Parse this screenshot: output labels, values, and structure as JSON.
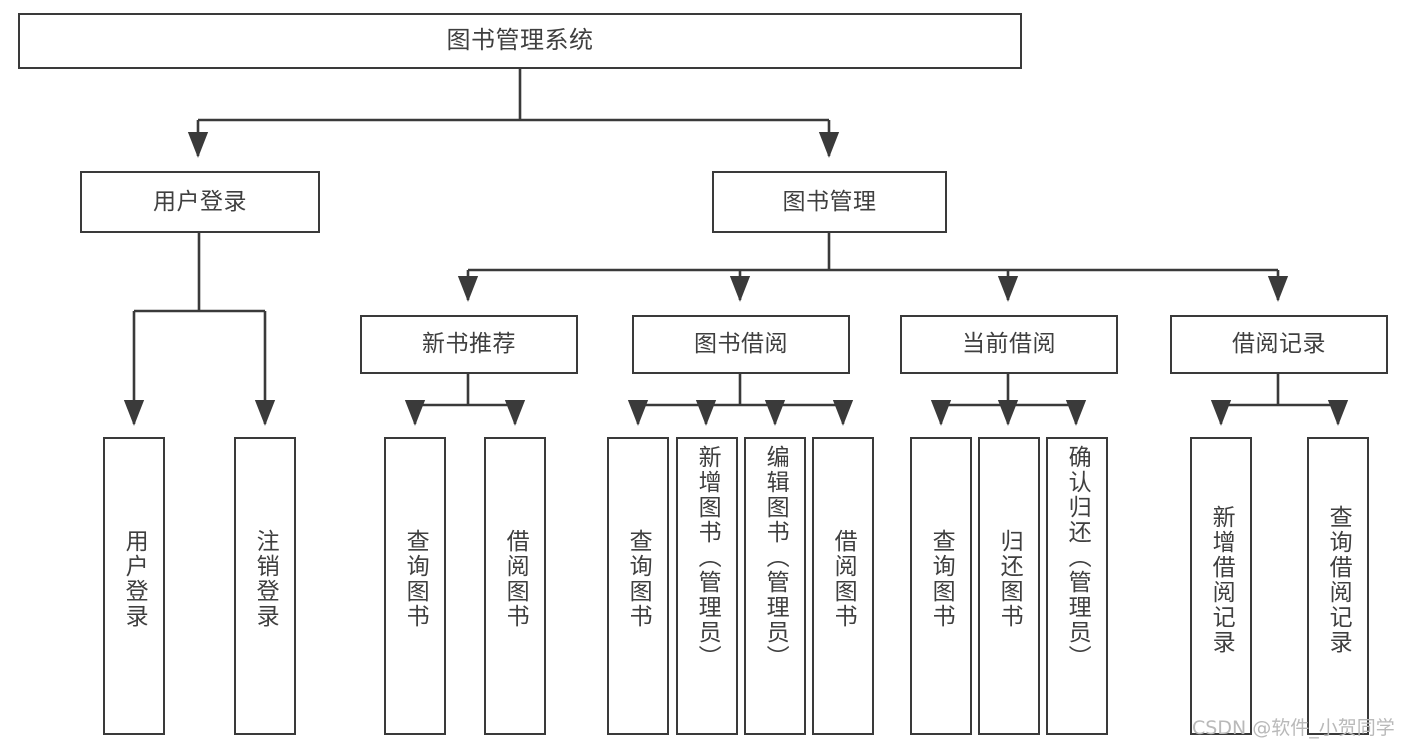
{
  "diagram": {
    "title": "图书管理系统",
    "watermark": "CSDN @软件_小贺同学",
    "line_color": "#3a3a3a",
    "box_fill": "#ffffff",
    "text_color": "#3f3f3f",
    "levels": {
      "root": {
        "label": "图书管理系统"
      },
      "level2": [
        {
          "label": "用户登录"
        },
        {
          "label": "图书管理"
        }
      ],
      "level3": [
        {
          "label": "新书推荐"
        },
        {
          "label": "图书借阅"
        },
        {
          "label": "当前借阅"
        },
        {
          "label": "借阅记录"
        }
      ],
      "leaves": {
        "user_login": [
          {
            "label": "用户登录"
          },
          {
            "label": "注销登录"
          }
        ],
        "new_book": [
          {
            "label": "查询图书"
          },
          {
            "label": "借阅图书"
          }
        ],
        "book_borrow": [
          {
            "label": "查询图书"
          },
          {
            "label": "新增图书（管理员）"
          },
          {
            "label": "编辑图书（管理员）"
          },
          {
            "label": "借阅图书"
          }
        ],
        "current_borrow": [
          {
            "label": "查询图书"
          },
          {
            "label": "归还图书"
          },
          {
            "label": "确认归还（管理员）"
          }
        ],
        "borrow_record": [
          {
            "label": "新增借阅记录"
          },
          {
            "label": "查询借阅记录"
          }
        ]
      }
    }
  }
}
